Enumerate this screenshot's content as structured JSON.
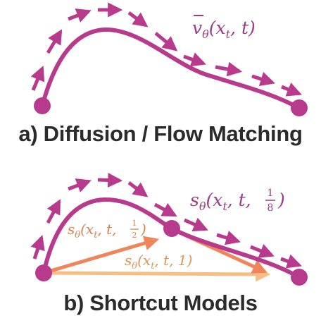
{
  "panel_a": {
    "caption": "a) Diffusion / Flow Matching",
    "velocity_label": {
      "main": "v",
      "sub": "θ",
      "args": "(x",
      "args_sub": "t",
      "args_end": ", t)"
    }
  },
  "panel_b": {
    "caption": "b) Shortcut Models",
    "label_eighth": {
      "main": "s",
      "sub": "θ",
      "args": "(x",
      "args_sub": "t",
      "args_mid": ", t, ",
      "num": "1",
      "den": "8",
      "args_end": ")"
    },
    "label_half": {
      "main": "s",
      "sub": "θ",
      "args": "(x",
      "args_sub": "t",
      "args_mid": ", t, ",
      "num": "1",
      "den": "2",
      "args_end": ")"
    },
    "label_one": {
      "main": "s",
      "sub": "θ",
      "args": "(x",
      "args_sub": "t",
      "args_mid": ", t, 1)"
    }
  },
  "colors": {
    "trajectory": "#b83a8c",
    "arrow_half": "#f0845a",
    "arrow_one": "#f7be82",
    "label_a": "#9b3c86",
    "label_eighth": "#9b3c86",
    "label_half": "#d8844c",
    "label_one": "#d89658",
    "caption": "#2b2b2b"
  }
}
